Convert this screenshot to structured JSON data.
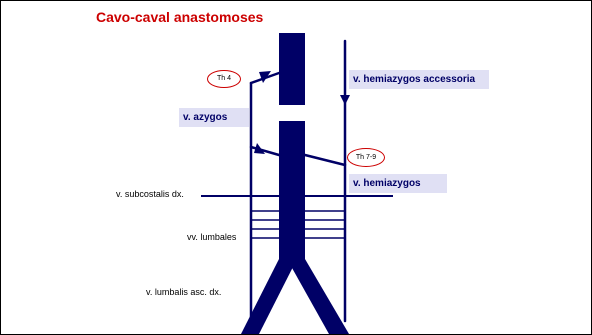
{
  "title": "Cavo-caval anastomoses",
  "labels": {
    "hemiazygos_accessoria": "v. hemiazygos accessoria",
    "azygos": "v. azygos",
    "hemiazygos": "v. hemiazygos",
    "subcostalis": "v. subcostalis dx.",
    "lumbales": "vv. lumbales",
    "lumbalis_asc": "v. lumbalis asc. dx."
  },
  "vertebral_levels": {
    "th4": "Th 4",
    "th7_9": "Th 7-9"
  },
  "colors": {
    "vessel": "#000066",
    "title": "#cc0000",
    "label_box": "#e0e0f4",
    "oval_border": "#cc0000"
  }
}
